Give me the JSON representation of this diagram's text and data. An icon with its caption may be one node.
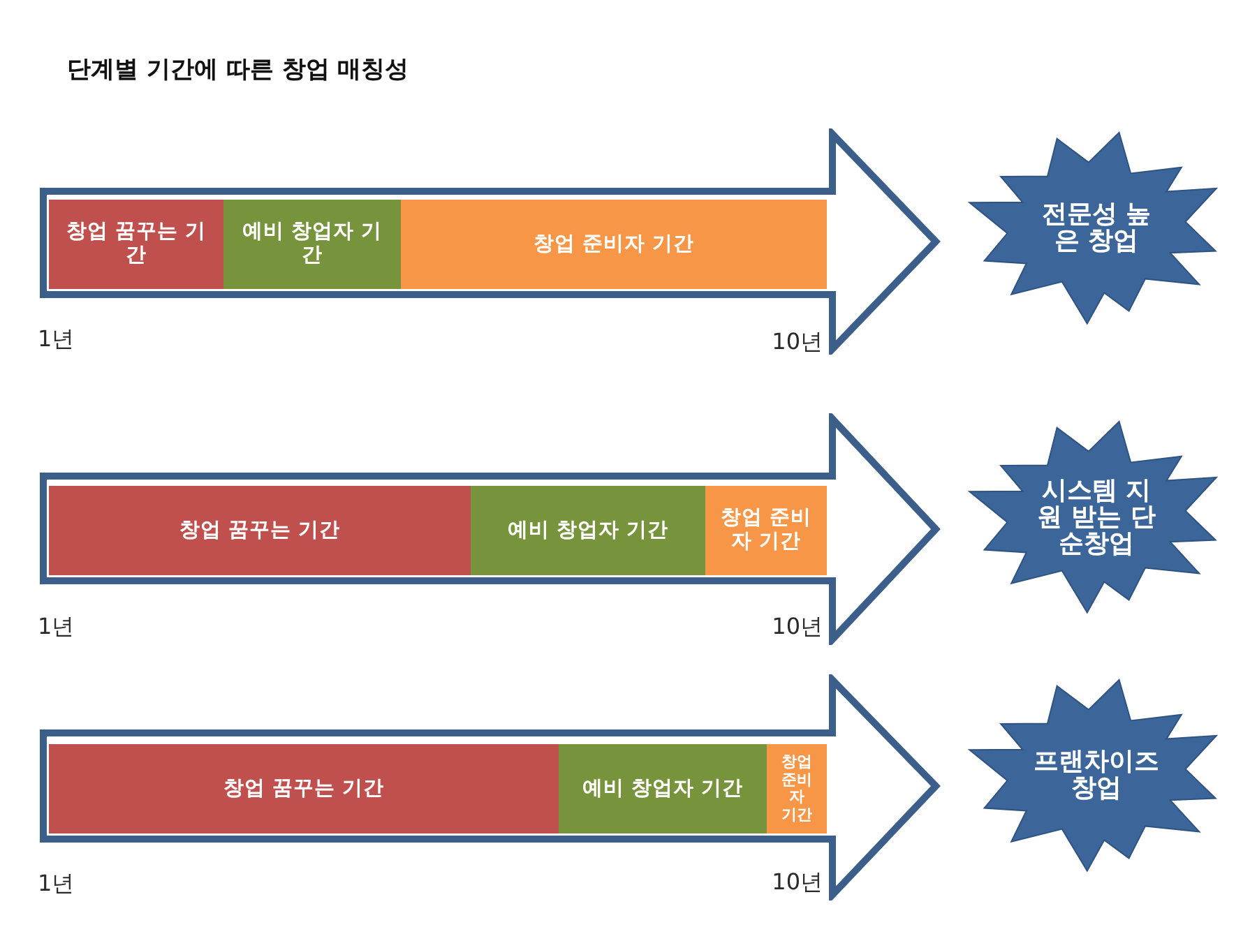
{
  "diagram": {
    "title": "단계별 기간에 따른 창업 매칭성",
    "nodes": [
      {
        "text": [],
        "shape": "arrow",
        "beside": [
          "1년",
          "10년"
        ]
      },
      {
        "text": [
          "창업 꿈꾸는 기간"
        ],
        "in": 0
      },
      {
        "text": [
          "예비 창업자 기간"
        ],
        "in": 0
      },
      {
        "text": [
          "창업 준비자 기간"
        ],
        "in": 0
      },
      {
        "text": [
          "전문성 높은 창업"
        ]
      },
      {
        "text": [],
        "shape": "arrow",
        "beside": [
          "1년",
          "10년"
        ]
      },
      {
        "text": [
          "창업 꿈꾸는 기간"
        ],
        "in": 5
      },
      {
        "text": [
          "예비 창업자 기간"
        ],
        "in": 5
      },
      {
        "text": [
          "창업 준비자 기간"
        ],
        "in": 5
      },
      {
        "text": [
          "시스템 지원 받는 단순창업"
        ]
      },
      {
        "text": [],
        "shape": "arrow",
        "beside": [
          "1년",
          "10년"
        ]
      },
      {
        "text": [
          "창업 꿈꾸는 기간"
        ],
        "in": 10
      },
      {
        "text": [
          "예비 창업자 기간"
        ],
        "in": 10
      },
      {
        "text": [
          "창업 준비자 기간"
        ],
        "in": 10
      },
      {
        "text": [
          "프랜차이즈 창업"
        ]
      }
    ]
  }
}
